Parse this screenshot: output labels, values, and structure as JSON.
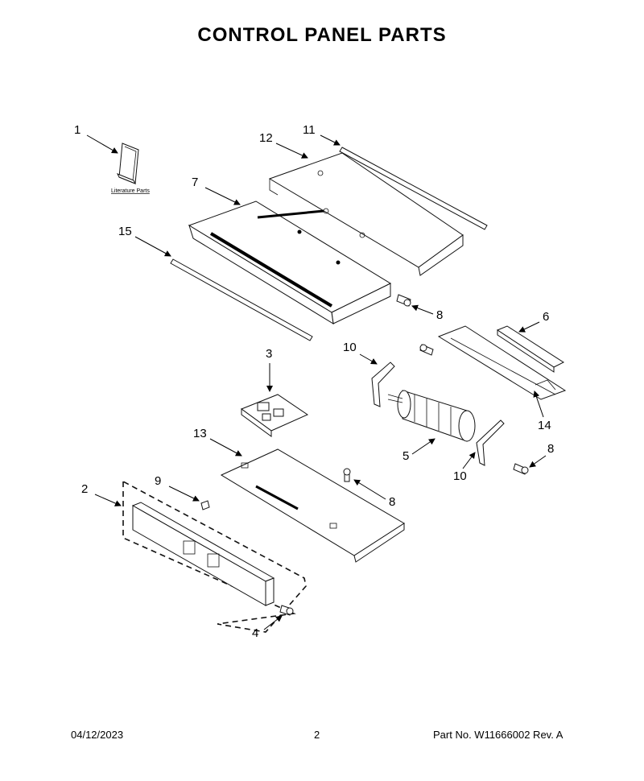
{
  "title": "CONTROL PANEL PARTS",
  "footer": {
    "date": "04/12/2023",
    "page": "2",
    "part_info": "Part No.  W11666002  Rev.  A"
  },
  "literature_label": "Literature Parts",
  "callouts": {
    "c1": "1",
    "c2": "2",
    "c3": "3",
    "c4": "4",
    "c5": "5",
    "c6": "6",
    "c7": "7",
    "c8a": "8",
    "c8b": "8",
    "c8c": "8",
    "c9": "9",
    "c10a": "10",
    "c10b": "10",
    "c11": "11",
    "c12": "12",
    "c13": "13",
    "c14": "14",
    "c15": "15"
  }
}
